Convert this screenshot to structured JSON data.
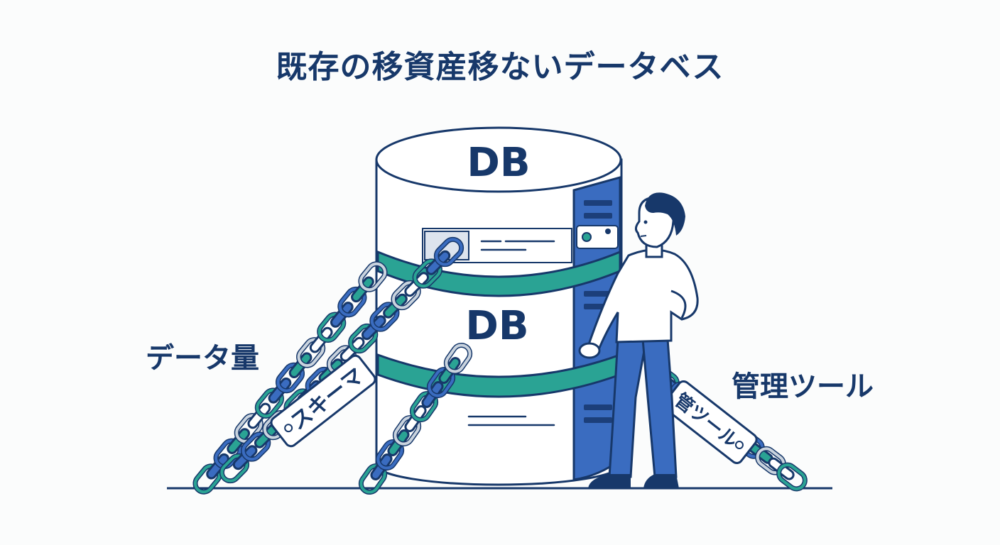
{
  "title": "既存の移資産移ないデータベス",
  "db_labels": {
    "top": "DB",
    "middle": "DB"
  },
  "chain_tags": {
    "schema": "スキーマ",
    "tools": "管ツール"
  },
  "side_labels": {
    "data_volume": "データ量",
    "management_tools": "管理ツール"
  },
  "colors": {
    "navy": "#17386a",
    "blue": "#3a6cc0",
    "teal": "#2aa394",
    "background": "#fbfcfc"
  }
}
